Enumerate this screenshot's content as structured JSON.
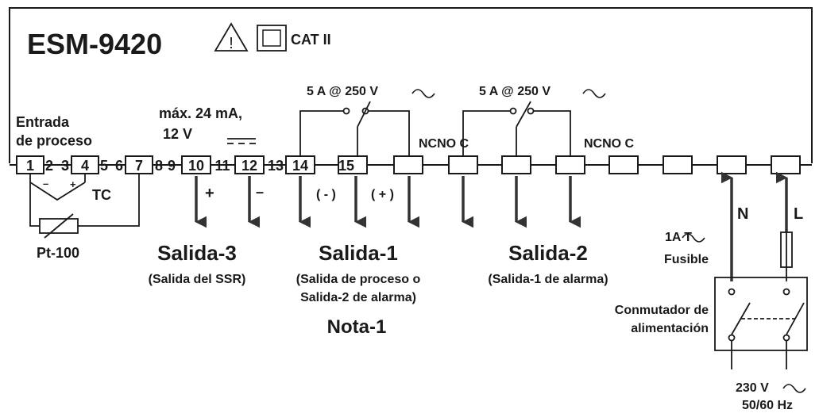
{
  "device": {
    "model": "ESM-9420",
    "category": "CAT II",
    "symbols": [
      "warning-triangle-icon",
      "double-insulation-icon"
    ]
  },
  "terminals": {
    "numbers": [
      "1",
      "2",
      "3",
      "4",
      "5",
      "6",
      "7",
      "8",
      "9",
      "10",
      "11",
      "12",
      "13",
      "14",
      "15"
    ]
  },
  "labels": {
    "process_input": "Entrada\nde proceso",
    "tc": "TC",
    "pt100": "Pt-100",
    "ssr_rating": "máx. 24 mA,\n12 V",
    "relay1_rating": "5 A @ 250 V",
    "relay2_rating": "5 A @ 250 V",
    "relay1_contacts": "NCNO C",
    "relay2_contacts": "NCNO C",
    "plus": "+",
    "minus": "–",
    "out1_minus": "( - )",
    "out1_plus": "( + )",
    "tc_minus": "–",
    "tc_plus": "+"
  },
  "outputs": {
    "out3": {
      "title": "Salida-3",
      "desc": "(Salida del SSR)"
    },
    "out1": {
      "title": "Salida-1",
      "desc": "(Salida de proceso o\nSalida-2 de alarma)",
      "note": "Nota-1"
    },
    "out2": {
      "title": "Salida-2",
      "desc": "(Salida-1 de alarma)"
    }
  },
  "power": {
    "n": "N",
    "l": "L",
    "fuse_rating": "1A",
    "fuse_type": "T",
    "fuse_label": "Fusible",
    "switch_label": "Conmutador de\nalimentación",
    "supply_voltage": "230 V",
    "supply_freq": "50/60 Hz"
  },
  "colors": {
    "ink": "#1a1a1a",
    "arrow": "#333333"
  }
}
